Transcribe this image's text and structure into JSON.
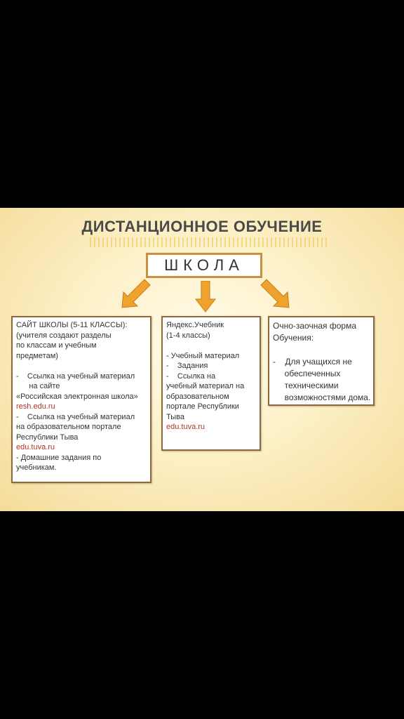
{
  "title": "ДИСТАНЦИОННОЕ ОБУЧЕНИЕ",
  "root": "ШКОЛА",
  "box1": {
    "lines": [
      "САЙТ ШКОЛЫ (5-11 КЛАССЫ):",
      "(учителя создают разделы",
      "по классам и учебным",
      "предметам)",
      "",
      "-    Ссылка на учебный материал",
      "      на сайте",
      "«Российская электронная школа»",
      "resh.edu.ru",
      "-    Ссылка на учебный материал",
      "на образовательном портале",
      "Республики Тыва",
      "edu.tuva.ru",
      "- Домашние задания по",
      "учебникам."
    ]
  },
  "box2": {
    "lines": [
      "Яндекс.Учебник",
      "(1-4 классы)",
      "",
      "- Учебный материал",
      "-    Задания",
      "-    Ссылка на",
      "учебный материал на",
      "образовательном",
      "портале Республики",
      "Тыва",
      "edu.tuva.ru"
    ]
  },
  "box3": {
    "lines": [
      "Очно-заочная форма",
      "Обучения:",
      "",
      "-    Для учащихся не",
      "     обеспеченных",
      "     техническими",
      "     возможностями дома."
    ]
  },
  "colors": {
    "arrow": "#f0a22e",
    "link": "#b5342a",
    "border": "#8c6a3c"
  }
}
